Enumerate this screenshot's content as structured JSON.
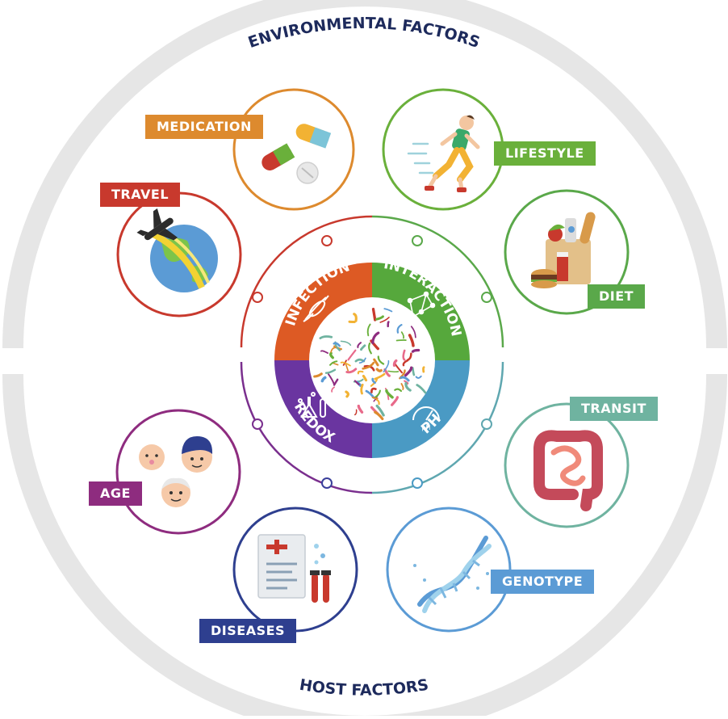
{
  "outer": {
    "top_label": "ENVIRONMENTAL FACTORS",
    "bottom_label": "HOST FACTORS",
    "ring_color": "#e6e6e6",
    "text_color": "#1d2a5c"
  },
  "environmental_factors": [
    {
      "label": "MEDICATION",
      "color": "#dd8a2e",
      "icon": "pills-icon"
    },
    {
      "label": "LIFESTYLE",
      "color": "#6ab03b",
      "icon": "runner-icon"
    },
    {
      "label": "TRAVEL",
      "color": "#c8392d",
      "icon": "plane-globe-icon"
    },
    {
      "label": "DIET",
      "color": "#5aa84a",
      "icon": "groceries-icon"
    }
  ],
  "host_factors": [
    {
      "label": "TRANSIT",
      "color": "#6fb3a0",
      "icon": "intestine-icon"
    },
    {
      "label": "AGE",
      "color": "#8e2c7f",
      "icon": "faces-icon"
    },
    {
      "label": "GENOTYPE",
      "color": "#5b9bd5",
      "icon": "dna-icon"
    },
    {
      "label": "DISEASES",
      "color": "#2e3f8f",
      "icon": "medical-report-icon"
    }
  ],
  "core": {
    "quadrants": [
      {
        "label": "INFECTION",
        "color": "#dd5a24",
        "icon": "bacterium-icon"
      },
      {
        "label": "INTERACTION",
        "color": "#56a83c",
        "icon": "network-icon"
      },
      {
        "label": "REDOX",
        "color": "#6a35a0",
        "icon": "flask-icon"
      },
      {
        "label": "PH",
        "color": "#4a9ac4",
        "icon": "gauge-icon"
      }
    ],
    "center_icon": "microbiome-icon"
  }
}
